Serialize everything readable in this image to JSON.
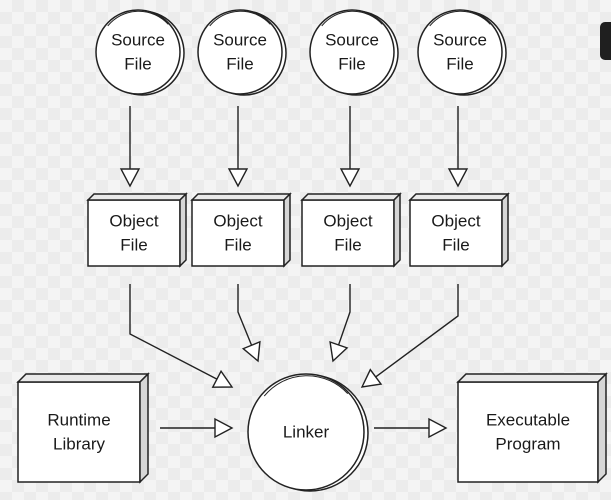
{
  "diagram": {
    "nodes": [
      {
        "id": "src1",
        "kind": "circle",
        "lines": [
          "Source",
          "File"
        ]
      },
      {
        "id": "src2",
        "kind": "circle",
        "lines": [
          "Source",
          "File"
        ]
      },
      {
        "id": "src3",
        "kind": "circle",
        "lines": [
          "Source",
          "File"
        ]
      },
      {
        "id": "src4",
        "kind": "circle",
        "lines": [
          "Source",
          "File"
        ]
      },
      {
        "id": "obj1",
        "kind": "box",
        "lines": [
          "Object",
          "File"
        ]
      },
      {
        "id": "obj2",
        "kind": "box",
        "lines": [
          "Object",
          "File"
        ]
      },
      {
        "id": "obj3",
        "kind": "box",
        "lines": [
          "Object",
          "File"
        ]
      },
      {
        "id": "obj4",
        "kind": "box",
        "lines": [
          "Object",
          "File"
        ]
      },
      {
        "id": "lib",
        "kind": "box",
        "lines": [
          "Runtime",
          "Library"
        ]
      },
      {
        "id": "linker",
        "kind": "circle",
        "lines": [
          "Linker"
        ]
      },
      {
        "id": "exe",
        "kind": "box",
        "lines": [
          "Executable",
          "Program"
        ]
      }
    ],
    "edges": [
      {
        "from": "src1",
        "to": "obj1"
      },
      {
        "from": "src2",
        "to": "obj2"
      },
      {
        "from": "src3",
        "to": "obj3"
      },
      {
        "from": "src4",
        "to": "obj4"
      },
      {
        "from": "obj1",
        "to": "linker"
      },
      {
        "from": "obj2",
        "to": "linker"
      },
      {
        "from": "obj3",
        "to": "linker"
      },
      {
        "from": "obj4",
        "to": "linker"
      },
      {
        "from": "lib",
        "to": "linker"
      },
      {
        "from": "linker",
        "to": "exe"
      }
    ],
    "colors": {
      "stroke": "#222222",
      "fill": "#ffffff",
      "text": "#1a1a1a"
    }
  }
}
